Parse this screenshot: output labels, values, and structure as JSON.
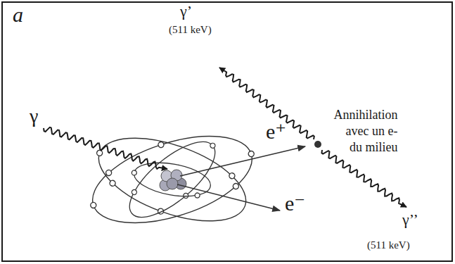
{
  "diagram": {
    "labels": [
      "a",
      "γ’",
      "(511 keV)",
      "γ",
      "Annihilation avec un e- du milieu",
      "e⁺",
      "γ’’",
      "(511 keV)",
      "e⁻"
    ]
  }
}
